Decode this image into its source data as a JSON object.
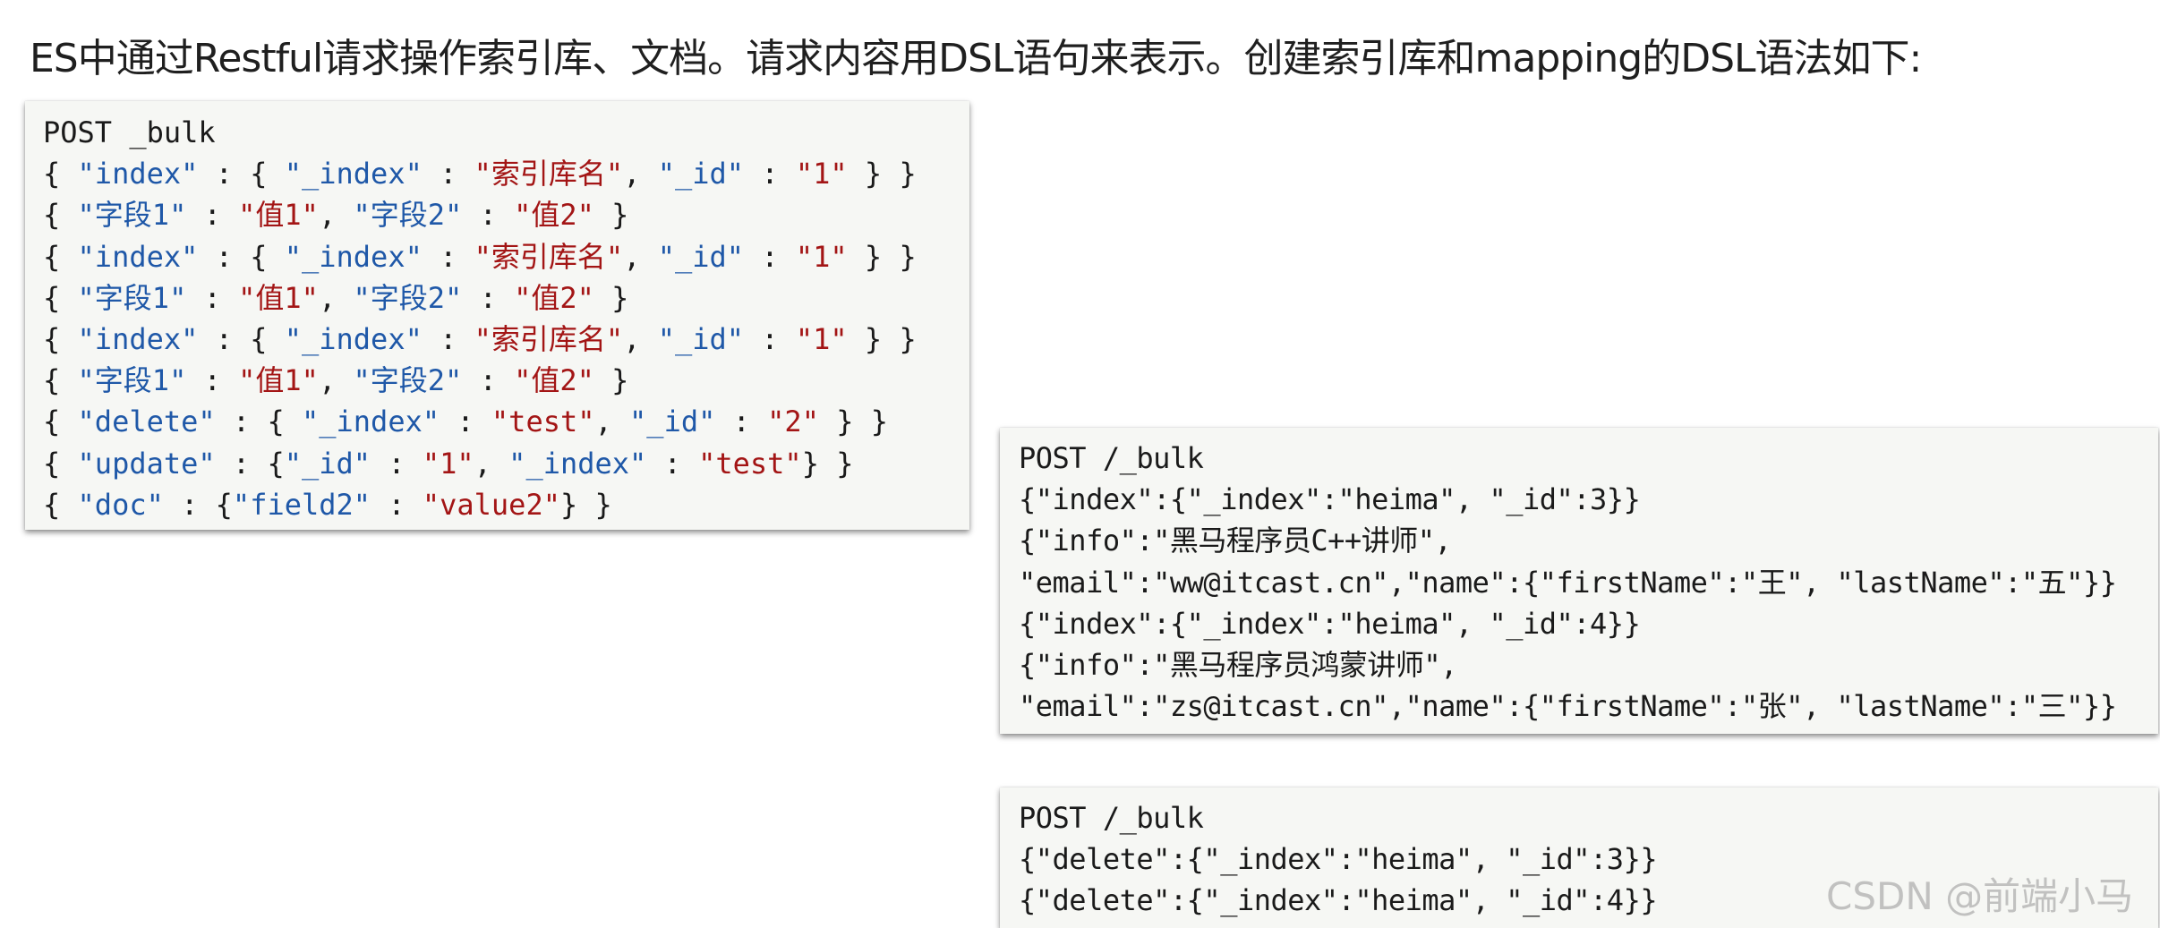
{
  "heading": "ES中通过Restful请求操作索引库、文档。请求内容用DSL语句来表示。创建索引库和mapping的DSL语法如下:",
  "colors": {
    "key": "#1f58a8",
    "string": "#a31515",
    "plain": "#1a1a1a",
    "box_background": "#f6f7f4"
  },
  "code_blocks": [
    {
      "lines": [
        [
          {
            "t": "plain",
            "s": "POST _bulk"
          }
        ],
        [
          {
            "t": "plain",
            "s": "{ "
          },
          {
            "t": "key",
            "s": "\"index\""
          },
          {
            "t": "plain",
            "s": " : { "
          },
          {
            "t": "key",
            "s": "\"_index\""
          },
          {
            "t": "plain",
            "s": " : "
          },
          {
            "t": "str",
            "s": "\"索引库名\""
          },
          {
            "t": "plain",
            "s": ", "
          },
          {
            "t": "key",
            "s": "\"_id\""
          },
          {
            "t": "plain",
            "s": " : "
          },
          {
            "t": "str",
            "s": "\"1\""
          },
          {
            "t": "plain",
            "s": " } }"
          }
        ],
        [
          {
            "t": "plain",
            "s": "{ "
          },
          {
            "t": "key",
            "s": "\"字段1\""
          },
          {
            "t": "plain",
            "s": " : "
          },
          {
            "t": "str",
            "s": "\"值1\""
          },
          {
            "t": "plain",
            "s": ", "
          },
          {
            "t": "key",
            "s": "\"字段2\""
          },
          {
            "t": "plain",
            "s": " : "
          },
          {
            "t": "str",
            "s": "\"值2\""
          },
          {
            "t": "plain",
            "s": " }"
          }
        ],
        [
          {
            "t": "plain",
            "s": "{ "
          },
          {
            "t": "key",
            "s": "\"index\""
          },
          {
            "t": "plain",
            "s": " : { "
          },
          {
            "t": "key",
            "s": "\"_index\""
          },
          {
            "t": "plain",
            "s": " : "
          },
          {
            "t": "str",
            "s": "\"索引库名\""
          },
          {
            "t": "plain",
            "s": ", "
          },
          {
            "t": "key",
            "s": "\"_id\""
          },
          {
            "t": "plain",
            "s": " : "
          },
          {
            "t": "str",
            "s": "\"1\""
          },
          {
            "t": "plain",
            "s": " } }"
          }
        ],
        [
          {
            "t": "plain",
            "s": "{ "
          },
          {
            "t": "key",
            "s": "\"字段1\""
          },
          {
            "t": "plain",
            "s": " : "
          },
          {
            "t": "str",
            "s": "\"值1\""
          },
          {
            "t": "plain",
            "s": ", "
          },
          {
            "t": "key",
            "s": "\"字段2\""
          },
          {
            "t": "plain",
            "s": " : "
          },
          {
            "t": "str",
            "s": "\"值2\""
          },
          {
            "t": "plain",
            "s": " }"
          }
        ],
        [
          {
            "t": "plain",
            "s": "{ "
          },
          {
            "t": "key",
            "s": "\"index\""
          },
          {
            "t": "plain",
            "s": " : { "
          },
          {
            "t": "key",
            "s": "\"_index\""
          },
          {
            "t": "plain",
            "s": " : "
          },
          {
            "t": "str",
            "s": "\"索引库名\""
          },
          {
            "t": "plain",
            "s": ", "
          },
          {
            "t": "key",
            "s": "\"_id\""
          },
          {
            "t": "plain",
            "s": " : "
          },
          {
            "t": "str",
            "s": "\"1\""
          },
          {
            "t": "plain",
            "s": " } }"
          }
        ],
        [
          {
            "t": "plain",
            "s": "{ "
          },
          {
            "t": "key",
            "s": "\"字段1\""
          },
          {
            "t": "plain",
            "s": " : "
          },
          {
            "t": "str",
            "s": "\"值1\""
          },
          {
            "t": "plain",
            "s": ", "
          },
          {
            "t": "key",
            "s": "\"字段2\""
          },
          {
            "t": "plain",
            "s": " : "
          },
          {
            "t": "str",
            "s": "\"值2\""
          },
          {
            "t": "plain",
            "s": " }"
          }
        ],
        [
          {
            "t": "plain",
            "s": "{ "
          },
          {
            "t": "key",
            "s": "\"delete\""
          },
          {
            "t": "plain",
            "s": " : { "
          },
          {
            "t": "key",
            "s": "\"_index\""
          },
          {
            "t": "plain",
            "s": " : "
          },
          {
            "t": "str",
            "s": "\"test\""
          },
          {
            "t": "plain",
            "s": ", "
          },
          {
            "t": "key",
            "s": "\"_id\""
          },
          {
            "t": "plain",
            "s": " : "
          },
          {
            "t": "str",
            "s": "\"2\""
          },
          {
            "t": "plain",
            "s": " } }"
          }
        ],
        [
          {
            "t": "plain",
            "s": "{ "
          },
          {
            "t": "key",
            "s": "\"update\""
          },
          {
            "t": "plain",
            "s": " : {"
          },
          {
            "t": "key",
            "s": "\"_id\""
          },
          {
            "t": "plain",
            "s": " : "
          },
          {
            "t": "str",
            "s": "\"1\""
          },
          {
            "t": "plain",
            "s": ", "
          },
          {
            "t": "key",
            "s": "\"_index\""
          },
          {
            "t": "plain",
            "s": " : "
          },
          {
            "t": "str",
            "s": "\"test\""
          },
          {
            "t": "plain",
            "s": "} }"
          }
        ],
        [
          {
            "t": "plain",
            "s": "{ "
          },
          {
            "t": "key",
            "s": "\"doc\""
          },
          {
            "t": "plain",
            "s": " : {"
          },
          {
            "t": "key",
            "s": "\"field2\""
          },
          {
            "t": "plain",
            "s": " : "
          },
          {
            "t": "str",
            "s": "\"value2\""
          },
          {
            "t": "plain",
            "s": "} }"
          }
        ]
      ]
    },
    {
      "lines": [
        [
          {
            "t": "plain",
            "s": "POST /_bulk"
          }
        ],
        [
          {
            "t": "plain",
            "s": "{\"index\":{\"_index\":\"heima\", \"_id\":3}}"
          }
        ],
        [
          {
            "t": "plain",
            "s": "{\"info\":\"黑马程序员C++讲师\","
          }
        ],
        [
          {
            "t": "plain",
            "s": "\"email\":\"ww@itcast.cn\",\"name\":{\"firstName\":\"王\", \"lastName\":\"五\"}}"
          }
        ],
        [
          {
            "t": "plain",
            "s": "{\"index\":{\"_index\":\"heima\", \"_id\":4}}"
          }
        ],
        [
          {
            "t": "plain",
            "s": "{\"info\":\"黑马程序员鸿蒙讲师\","
          }
        ],
        [
          {
            "t": "plain",
            "s": "\"email\":\"zs@itcast.cn\",\"name\":{\"firstName\":\"张\", \"lastName\":\"三\"}}"
          }
        ]
      ]
    },
    {
      "lines": [
        [
          {
            "t": "plain",
            "s": "POST /_bulk"
          }
        ],
        [
          {
            "t": "plain",
            "s": "{\"delete\":{\"_index\":\"heima\", \"_id\":3}}"
          }
        ],
        [
          {
            "t": "plain",
            "s": "{\"delete\":{\"_index\":\"heima\", \"_id\":4}}"
          }
        ]
      ]
    }
  ],
  "watermark": "CSDN @前端小马"
}
